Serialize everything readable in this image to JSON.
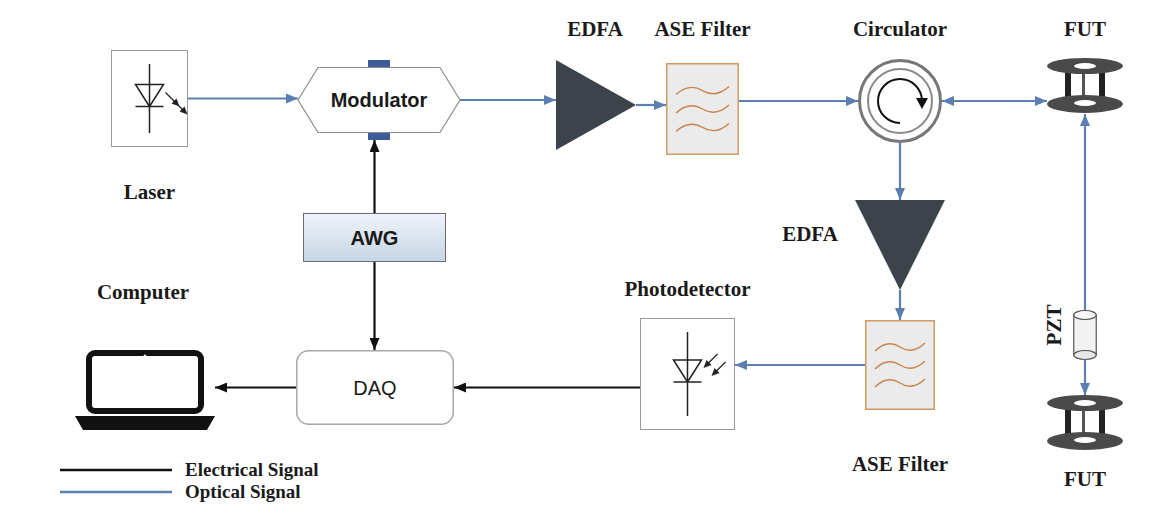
{
  "diagram": {
    "nodes": [
      {
        "text": [
          "Laser"
        ]
      },
      {
        "text": [
          "Modulator"
        ]
      },
      {
        "text": [
          "EDFA"
        ]
      },
      {
        "text": [
          "ASE Filter"
        ]
      },
      {
        "text": [
          "Circulator"
        ]
      },
      {
        "text": [
          "FUT"
        ]
      },
      {
        "text": [
          "AWG"
        ]
      },
      {
        "text": [
          "EDFA"
        ]
      },
      {
        "text": [
          "PZT"
        ]
      },
      {
        "text": [
          "Computer"
        ]
      },
      {
        "text": [
          "DAQ"
        ]
      },
      {
        "text": [
          "Photodetector"
        ]
      },
      {
        "text": [
          "ASE Filter"
        ]
      },
      {
        "text": [
          "FUT"
        ]
      }
    ],
    "edges": [
      {
        "from": 0,
        "to": 1,
        "arrow": "to"
      },
      {
        "from": 1,
        "to": 2,
        "arrow": "to"
      },
      {
        "from": 2,
        "to": 3,
        "arrow": "to"
      },
      {
        "from": 3,
        "to": 4,
        "arrow": "to"
      },
      {
        "from": 4,
        "to": 5,
        "arrow": "both"
      },
      {
        "from": 6,
        "to": 1,
        "arrow": "to"
      },
      {
        "from": 6,
        "to": 10,
        "arrow": "to"
      },
      {
        "from": 4,
        "to": 7,
        "arrow": "to"
      },
      {
        "from": 7,
        "to": 12,
        "arrow": "to"
      },
      {
        "from": 12,
        "to": 11,
        "arrow": "to"
      },
      {
        "from": 11,
        "to": 10,
        "arrow": "to"
      },
      {
        "from": 10,
        "to": 9,
        "arrow": "to"
      },
      {
        "from": 8,
        "to": 5,
        "arrow": "to"
      },
      {
        "from": 8,
        "to": 13,
        "arrow": "to"
      }
    ],
    "legend": [
      {
        "text": "Electrical Signal"
      },
      {
        "text": "Optical Signal"
      }
    ]
  }
}
